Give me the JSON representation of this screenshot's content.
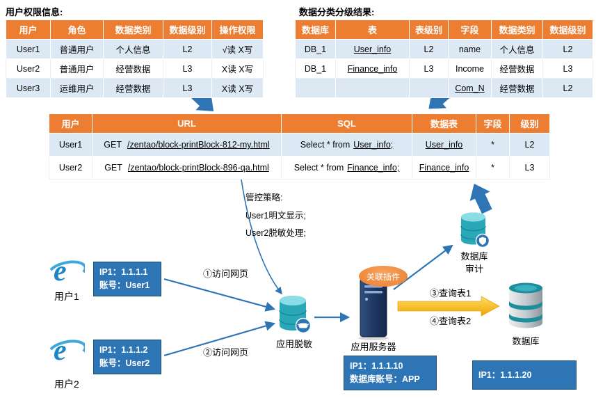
{
  "titles": {
    "left": "用户权限信息:",
    "right": "数据分类分级结果:"
  },
  "perm_table": {
    "headers": [
      "用户",
      "角色",
      "数据类别",
      "数据级别",
      "操作权限"
    ],
    "rows": [
      [
        "User1",
        "普通用户",
        "个人信息",
        "L2",
        "√读   X写"
      ],
      [
        "User2",
        "普通用户",
        "经营数据",
        "L3",
        "X读   X写"
      ],
      [
        "User3",
        "运维用户",
        "经营数据",
        "L3",
        "X读   X写"
      ]
    ]
  },
  "class_table": {
    "headers": [
      "数据库",
      "表",
      "表级别",
      "字段",
      "数据类别",
      "数据级别"
    ],
    "rows": [
      {
        "db": "DB_1",
        "table": "User_info",
        "tlevel": "L2",
        "field": "name",
        "dtype": "个人信息",
        "dlevel": "L2"
      },
      {
        "db": "DB_1",
        "table": "Finance_info",
        "tlevel": "L3",
        "field": "Income",
        "dtype": "经营数据",
        "dlevel": "L3"
      },
      {
        "db": "",
        "table": "",
        "tlevel": "",
        "field": "Com_N",
        "dtype": "经营数据",
        "dlevel": "L2"
      }
    ]
  },
  "flow_table": {
    "headers": [
      "用户",
      "URL",
      "SQL",
      "数据表",
      "字段",
      "级别"
    ],
    "rows": [
      {
        "user": "User1",
        "method": "GET",
        "url": "/zentao/block-printBlock-812-my.html",
        "sql_prefix": "Select * from",
        "sql_table": "User_info;",
        "table": "User_info",
        "field": "*",
        "level": "L2"
      },
      {
        "user": "User2",
        "method": "GET",
        "url": "/zentao/block-printBlock-896-qa.html",
        "sql_prefix": "Select * from",
        "sql_table": "Finance_info;",
        "table": "Finance_info",
        "field": "*",
        "level": "L3"
      }
    ]
  },
  "policy": {
    "line1": "管控策略:",
    "line2": "User1明文显示;",
    "line3": "User2脱敏处理;"
  },
  "users": [
    {
      "name": "用户1",
      "ip": "IP1：1.1.1.1",
      "account": "账号：User1",
      "step": "①访问网页"
    },
    {
      "name": "用户2",
      "ip": "IP1：1.1.1.2",
      "account": "账号：User2",
      "step": "②访问网页"
    }
  ],
  "nodes": {
    "masking": "应用脱敏",
    "app_server": "应用服务器",
    "plugin": "关联插件",
    "audit_line1": "数据库",
    "audit_line2": "审计",
    "database": "数据库"
  },
  "queries": {
    "q1": "③查询表1",
    "q2": "④查询表2"
  },
  "server_box": {
    "line1": "IP1：1.1.1.10",
    "line2": "数据库账号：APP"
  },
  "db_box": {
    "line1": "IP1：1.1.1.20"
  },
  "colors": {
    "header_orange": "#ED7D31",
    "band_blue": "#DCE9F5",
    "arrow_blue": "#2E75B6",
    "gold": "#FFC000"
  }
}
